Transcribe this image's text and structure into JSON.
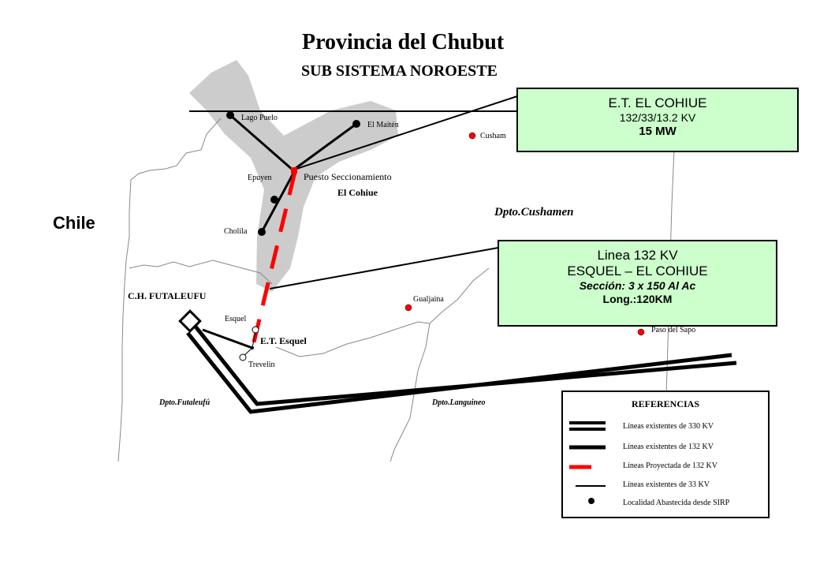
{
  "title": "Provincia del Chubut",
  "subtitle": "SUB SISTEMA NOROESTE",
  "country_label": "Chile",
  "region_label": "Dpto.Cushamen",
  "towns": {
    "lago_puelo": "Lago Puelo",
    "el_maiten": "El Maitén",
    "cushamen": "Cusham",
    "epuyen": "Epuyen",
    "cholila": "Cholila",
    "gualjaina": "Gualjaina",
    "esquel": "Esquel",
    "trevelin": "Trevelin",
    "paso_del_sapo": "Paso del Sapo"
  },
  "puesto": {
    "line1": "Puesto Seccionamiento",
    "line2": "El Cohiue"
  },
  "stations": {
    "futaleufu": "C.H. FUTALEUFU",
    "esquel": "E.T. Esquel"
  },
  "departments": {
    "futaleufu": "Dpto.Futaleufú",
    "languineo": "Dpto.Languineo"
  },
  "callout_cohiue": {
    "line1": "E.T. EL COHIUE",
    "line2": "132/33/13.2 KV",
    "line3": "15 MW"
  },
  "callout_linea": {
    "line1": "Linea 132 KV",
    "line2": "ESQUEL – EL COHIUE",
    "line3": "Sección: 3 x 150 Al Ac",
    "line4": "Long.:120KM"
  },
  "references": {
    "title": "REFERENCIAS",
    "items": [
      "Líneas existentes de 330 KV",
      "Líneas existentes de 132 KV",
      "Líneas Proyectada de 132 KV",
      "Líneas existentes de 33 KV",
      "Localidad Abastecida desde SIRP"
    ]
  },
  "colors": {
    "shaded_area": "#cccccc",
    "projected_line": "#ff0000",
    "town_marker_red": "#ff0000",
    "callout_fill": "#ccffcc",
    "boundary": "#888888"
  }
}
